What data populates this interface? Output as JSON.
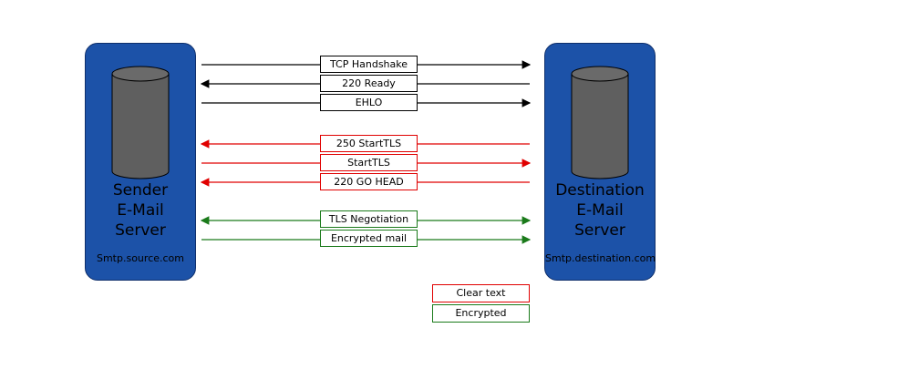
{
  "sender": {
    "name_lines": [
      "Sender",
      "E-Mail",
      "Server"
    ],
    "host": "Smtp.source.com"
  },
  "destination": {
    "name_lines": [
      "Destination",
      "E-Mail",
      "Server"
    ],
    "host": "Smtp.destination.com"
  },
  "messages": [
    {
      "label": "TCP Handshake",
      "direction": "right",
      "type": "plain"
    },
    {
      "label": "220 Ready",
      "direction": "left",
      "type": "plain"
    },
    {
      "label": "EHLO",
      "direction": "right",
      "type": "plain"
    },
    {
      "label": "250 StartTLS",
      "direction": "left",
      "type": "clear"
    },
    {
      "label": "StartTLS",
      "direction": "right",
      "type": "clear"
    },
    {
      "label": "220 GO HEAD",
      "direction": "left",
      "type": "clear"
    },
    {
      "label": "TLS Negotiation",
      "direction": "both",
      "type": "encrypted"
    },
    {
      "label": "Encrypted mail",
      "direction": "right",
      "type": "encrypted"
    }
  ],
  "legend": {
    "clear": "Clear text",
    "encrypted": "Encrypted"
  },
  "colors": {
    "server": "#1c52a8",
    "cylinder": "#5f5f5f",
    "plain": "#000000",
    "clear": "#e00000",
    "encrypted": "#1a7a1a"
  }
}
